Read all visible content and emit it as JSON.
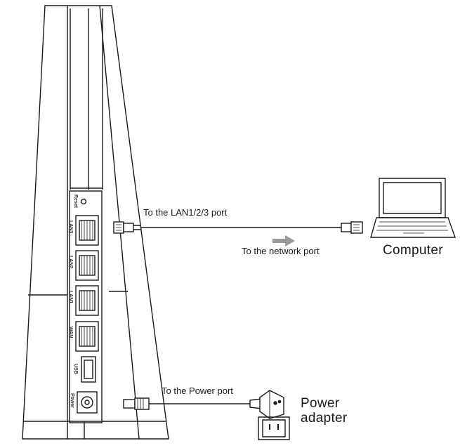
{
  "ports": {
    "reset": "Reset",
    "lan3": "LAN3",
    "lan2": "LAN2",
    "lan1": "LAN1",
    "wan": "WAN",
    "usb": "USB",
    "power": "Power"
  },
  "labels": {
    "lan_cable": "To the LAN1/2/3 port",
    "network_port": "To  the network port",
    "power_cable": "To the Power port",
    "computer": "Computer",
    "power_adapter_line1": "Power",
    "power_adapter_line2": "adapter"
  },
  "colors": {
    "line": "#1a1a1a",
    "arrow": "#9a9a9a",
    "background": "#ffffff"
  }
}
